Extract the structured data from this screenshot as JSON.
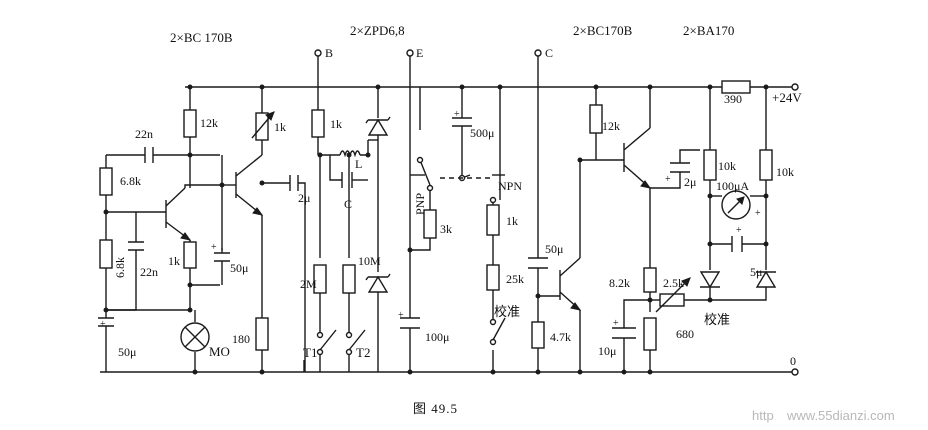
{
  "headers": {
    "t1": "2×BC 170B",
    "zpd": "2×ZPD6,8",
    "t2": "2×BC170B",
    "ba": "2×BA170"
  },
  "terminals": {
    "b": "B",
    "e": "E",
    "c": "C",
    "supply": "+24V",
    "ground": "0"
  },
  "labels": {
    "r390": "390",
    "c22n_top": "22n",
    "r12k_1": "12k",
    "r1k_pot": "1k",
    "r6k8_top": "6.8k",
    "r6k8_bot": "6.8k",
    "c22n_bot": "22n",
    "r1k_emit": "1k",
    "c50_left": "50μ",
    "c50_mid": "50μ",
    "c2_mid": "2μ",
    "lamp": "MO",
    "r180": "180",
    "r1k_b": "1k",
    "ind": "L",
    "cap_c": "C",
    "r2m": "2M",
    "r10m": "10M",
    "t1sw": "T1",
    "t2sw": "T2",
    "pnp": "PNP",
    "npn": "NPN",
    "r3k": "3k",
    "c500": "500μ",
    "r1k_c": "1k",
    "r25k": "25k",
    "cal1": "校准",
    "c100": "100μ",
    "c50_right": "50μ",
    "r4k7": "4.7k",
    "r12k_2": "12k",
    "c2_right": "2μ",
    "r10k_a": "10k",
    "r10k_b": "10k",
    "meter": "100μA",
    "c5": "5μ",
    "r8k2": "8.2k",
    "r2k5": "2.5k",
    "cal2": "校准",
    "c10": "10μ",
    "r680": "680"
  },
  "caption": "图  49.5",
  "watermark": "www.55dianzi.com",
  "watermark_prefix": "http"
}
